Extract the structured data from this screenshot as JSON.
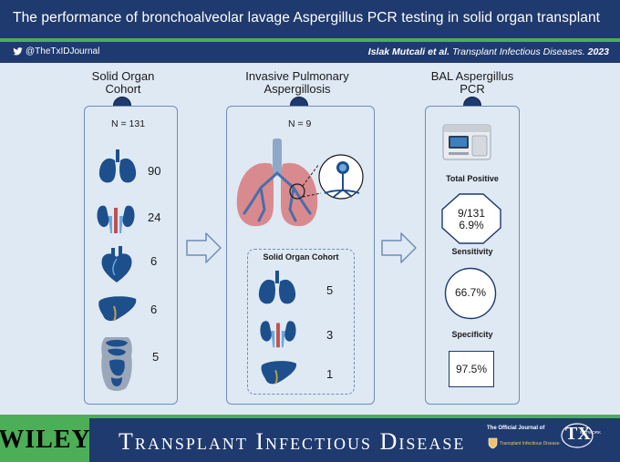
{
  "header": {
    "title": "The performance of bronchoalveolar lavage Aspergillus PCR testing in solid organ transplant",
    "twitter_handle": "@TheTxIDJournal",
    "citation_authors": "Islak Mutcali et al.",
    "citation_journal": "Transplant Infectious Diseases.",
    "citation_year": "2023"
  },
  "columns": {
    "cohort": {
      "title_line1": "Solid Organ",
      "title_line2": "Cohort",
      "n_label": "N = 131",
      "counts": [
        "90",
        "24",
        "6",
        "6",
        "5"
      ],
      "organs": [
        "lungs-icon",
        "kidneys-icon",
        "heart-icon",
        "liver-icon",
        "abdominal-organs-icon"
      ]
    },
    "ipa": {
      "title_line1": "Invasive Pulmonary",
      "title_line2": "Aspergillosis",
      "n_label": "N = 9",
      "sub_title": "Solid Organ Cohort",
      "counts": [
        "5",
        "3",
        "1"
      ],
      "organs": [
        "lungs-icon",
        "kidneys-icon",
        "liver-icon"
      ]
    },
    "pcr": {
      "title_line1": "BAL Aspergillus",
      "title_line2": "PCR",
      "total_positive_label": "Total Positive",
      "total_positive_value_1": "9/131",
      "total_positive_value_2": "6.9%",
      "sensitivity_label": "Sensitivity",
      "sensitivity_value": "66.7%",
      "specificity_label": "Specificity",
      "specificity_value": "97.5%"
    }
  },
  "footer": {
    "publisher": "WILEY",
    "journal_name": "Transplant Infectious Disease",
    "official_journal_of": "The Official Journal of",
    "official_name": "Transplant Infectious Disease",
    "tx_logo": "TX",
    "tx_network": "NETWORK"
  },
  "colors": {
    "navy": "#1f3a6e",
    "green": "#4cae57",
    "panel_bg": "#dfe9f4",
    "panel_border": "#6f8db6",
    "organ_blue": "#1d4f8c",
    "organ_red": "#c05050"
  }
}
